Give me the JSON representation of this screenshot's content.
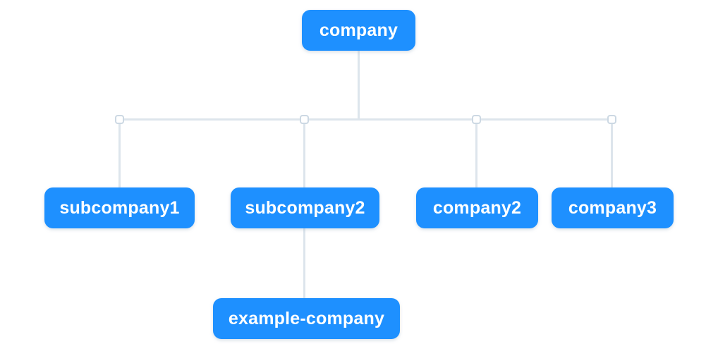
{
  "diagram": {
    "type": "org-chart-tree",
    "colors": {
      "node_fill": "#1e90ff",
      "node_text": "#ffffff",
      "connector_line": "#dde5ec",
      "junction_border": "#ccd8e3",
      "junction_fill": "#ffffff",
      "background": "#ffffff"
    },
    "nodes": [
      {
        "id": "company",
        "label": "company",
        "parent": null
      },
      {
        "id": "subcompany1",
        "label": "subcompany1",
        "parent": "company"
      },
      {
        "id": "subcompany2",
        "label": "subcompany2",
        "parent": "company"
      },
      {
        "id": "company2",
        "label": "company2",
        "parent": "company"
      },
      {
        "id": "company3",
        "label": "company3",
        "parent": "company"
      },
      {
        "id": "example-company",
        "label": "example-company",
        "parent": "subcompany2"
      }
    ]
  }
}
